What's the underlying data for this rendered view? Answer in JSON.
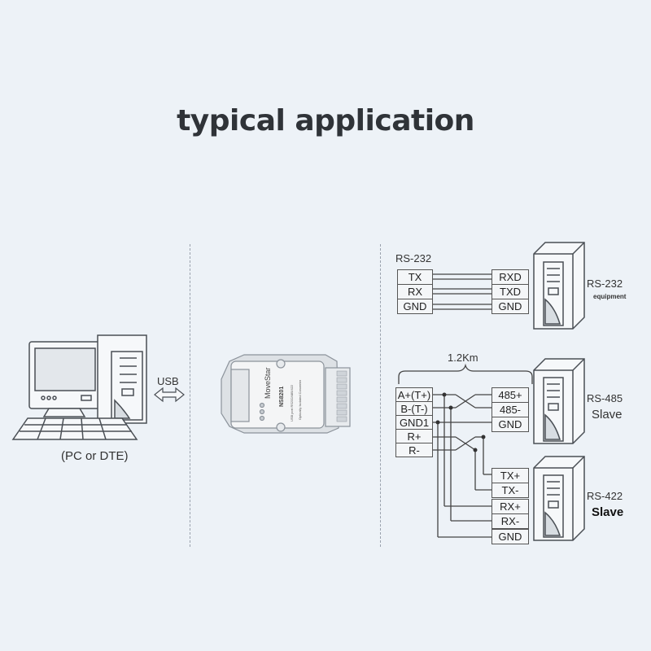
{
  "title": "typical application",
  "pc": {
    "caption": "(PC or DTE)",
    "link_label": "USB"
  },
  "device": {
    "brand": "MoveStar",
    "model": "NS8201",
    "desc1": "USB port RS232/485/422",
    "desc2": "Optically Isolated Converter"
  },
  "rs232": {
    "header": "RS-232",
    "left_pins": [
      "TX",
      "RX",
      "GND"
    ],
    "right_pins": [
      "RXD",
      "TXD",
      "GND"
    ],
    "device_label": "RS-232",
    "device_sublabel": "equipment"
  },
  "rs485": {
    "distance": "1.2Km",
    "left_pins": [
      "A+(T+)",
      "B-(T-)",
      "GND1",
      "R+",
      "R-"
    ],
    "right_pins": [
      "485+",
      "485-",
      "GND"
    ],
    "device_label": "RS-485",
    "device_sublabel": "Slave"
  },
  "rs422": {
    "right_pins": [
      "TX+",
      "TX-",
      "RX+",
      "RX-",
      "GND"
    ],
    "device_label": "RS-422",
    "device_sublabel": "Slave"
  }
}
